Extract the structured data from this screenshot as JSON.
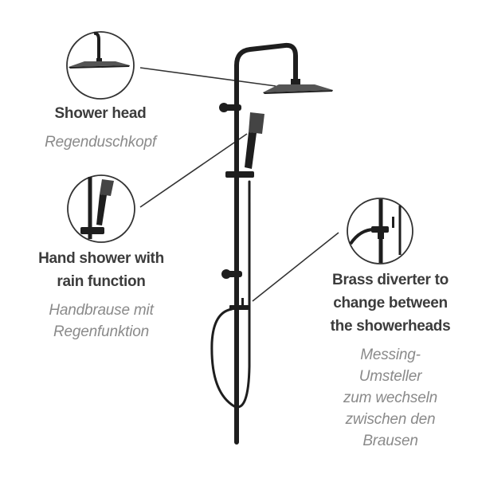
{
  "features": [
    {
      "id": "shower-head",
      "title_en": [
        "Shower head"
      ],
      "title_de": [
        "Regenduschkopf"
      ]
    },
    {
      "id": "hand-shower",
      "title_en": [
        "Hand shower with",
        "rain function"
      ],
      "title_de": [
        "Handbrause mit",
        "Regenfunktion"
      ]
    },
    {
      "id": "brass-diverter",
      "title_en": [
        "Brass diverter to",
        "change between",
        "the showerheads"
      ],
      "title_de": [
        "Messing-",
        "Umsteller",
        "zum wechseln",
        "zwischen den",
        "Brausen"
      ]
    }
  ],
  "colors": {
    "background": "#ffffff",
    "english_text": "#3c3c3c",
    "german_text": "#8a8a8a",
    "product": "#1e1e1e",
    "leader_line": "#333333"
  }
}
